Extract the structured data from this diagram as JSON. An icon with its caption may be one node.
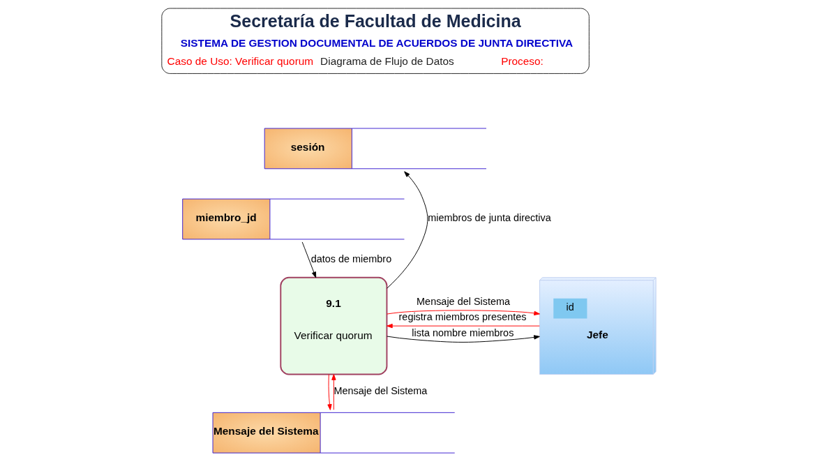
{
  "diagram": {
    "nodes": [
      {
        "text": [
          "Secretaría de Facultad de Medicina",
          "SISTEMA DE GESTION DOCUMENTAL DE ACUERDOS DE JUNTA DIRECTIVA",
          "Caso de Uso: Verificar quorum",
          "Diagrama de Flujo de Datos",
          "Proceso:"
        ]
      },
      {
        "text": [
          "sesión"
        ]
      },
      {
        "text": [
          "miembro_jd"
        ]
      },
      {
        "text": [
          "id",
          "Jefe"
        ]
      },
      {
        "text": [
          "9.1",
          "Verificar quorum"
        ]
      },
      {
        "text": [
          "Mensaje del Sistema"
        ]
      }
    ],
    "edges": [
      {
        "from": 4,
        "to": 1,
        "arrow": "to",
        "label": "miembros de junta directiva",
        "color": "#000000"
      },
      {
        "from": 4,
        "to": 3,
        "arrow": "to",
        "label": "Mensaje del Sistema"
      },
      {
        "from": 2,
        "to": 4,
        "arrow": "to",
        "label": "datos de miembro",
        "color": "#000000"
      },
      {
        "from": 3,
        "to": 4,
        "arrow": "to",
        "label": "registra miembros presentes"
      },
      {
        "from": 4,
        "to": 3,
        "arrow": "to",
        "label": "lista nombre miembros",
        "color": "#000000"
      },
      {
        "from": 5,
        "to": 4,
        "arrow": "to",
        "label": "Mensaje del Sistema"
      },
      {
        "from": 4,
        "to": 5,
        "arrow": "to"
      }
    ]
  }
}
